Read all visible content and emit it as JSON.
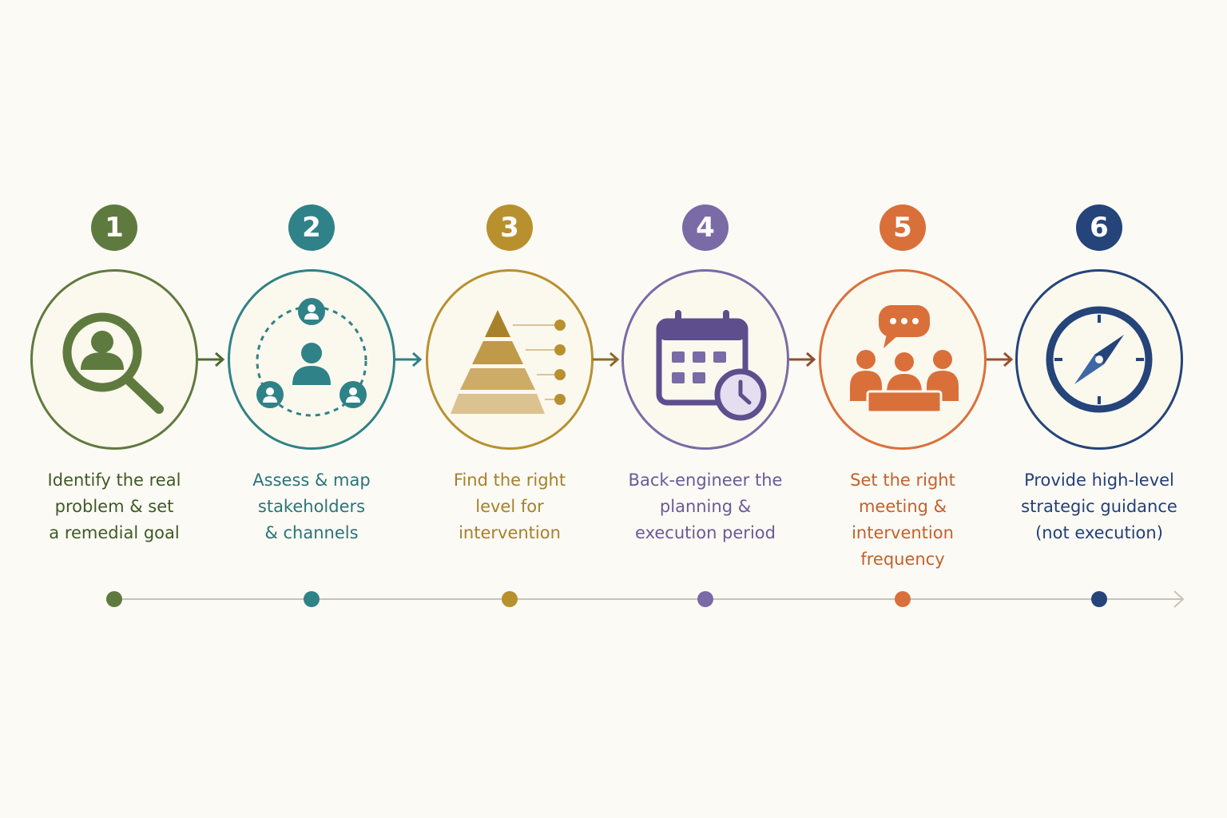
{
  "colors": {
    "background": "#fcfaf5",
    "timeline_line": "#c8c2b8",
    "step1": "#5f7a3e",
    "step2": "#2f8287",
    "step3": "#b8902e",
    "step4": "#7a6aa6",
    "step5": "#d9703a",
    "step6": "#24447a"
  },
  "steps": [
    {
      "number": "1",
      "icon": "magnifier-person-icon",
      "lines": [
        "Identify the real",
        "problem & set",
        "a remedial goal"
      ]
    },
    {
      "number": "2",
      "icon": "stakeholder-network-icon",
      "lines": [
        "Assess & map",
        "stakeholders",
        "& channels"
      ]
    },
    {
      "number": "3",
      "icon": "pyramid-levels-icon",
      "lines": [
        "Find the right",
        "level for",
        "intervention"
      ]
    },
    {
      "number": "4",
      "icon": "calendar-clock-icon",
      "lines": [
        "Back-engineer the",
        "planning &",
        "execution period"
      ]
    },
    {
      "number": "5",
      "icon": "meeting-chat-icon",
      "lines": [
        "Set the right",
        "meeting &",
        "intervention",
        "frequency"
      ]
    },
    {
      "number": "6",
      "icon": "compass-icon",
      "lines": [
        "Provide high-level",
        "strategic guidance",
        "(not execution)"
      ]
    }
  ]
}
